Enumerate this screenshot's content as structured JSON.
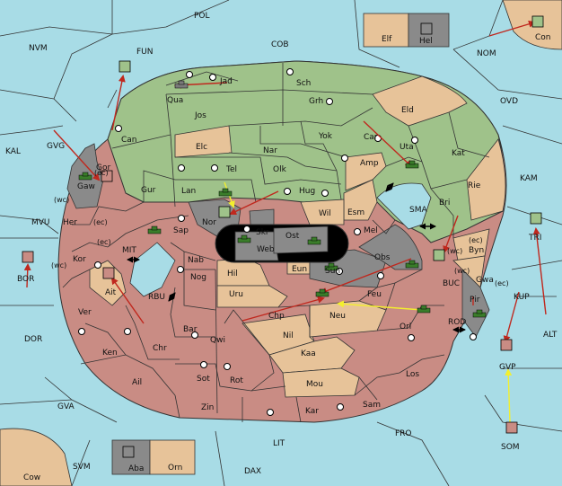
{
  "colors": {
    "sea": "#a8dce6",
    "green": "#9fc28a",
    "tan": "#e7c399",
    "red": "#c98c84",
    "gray": "#8a8a8a",
    "black": "#000000",
    "move_red": "#c0281e",
    "move_yellow": "#f3ef2e"
  },
  "sea_regions": [
    "POL",
    "NVM",
    "FUN",
    "COB",
    "NOM",
    "OVD",
    "KAL",
    "GVG",
    "KAM",
    "SMA",
    "MVU",
    "MIT",
    "BOR",
    "RBU",
    "DOR",
    "BUC",
    "KUP",
    "ALT",
    "ROD",
    "GVP",
    "GVA",
    "FRO",
    "SOM",
    "LIT",
    "SVM",
    "DAX",
    "Cow",
    "Con",
    "TRI"
  ],
  "coast_labels": [
    "(wc)",
    "(ec)",
    "(ec)",
    "(wc)",
    "(ec)",
    "(wc)",
    "(wc)",
    "(ec)",
    "(ec)"
  ],
  "green_regions": [
    "Jad",
    "Qua",
    "Sch",
    "Jos",
    "Grh",
    "Can",
    "Elc",
    "Nar",
    "Yok",
    "Car",
    "Uta",
    "Kat",
    "Tel",
    "Olk",
    "Gor",
    "Gaw",
    "Lan",
    "Gur",
    "Hug",
    "Bri",
    "Mel",
    "Obs",
    "Elf"
  ],
  "tan_regions": [
    "Eld",
    "Amp",
    "Rie",
    "Esm",
    "Wil",
    "Byn",
    "Gwa",
    "Eun",
    "Hil",
    "Uru",
    "Nil",
    "Kaa",
    "Mou",
    "Ait",
    "Orn"
  ],
  "red_regions": [
    "Her",
    "Kor",
    "Sap",
    "Nab",
    "Nog",
    "Ver",
    "Chr",
    "Bar",
    "Qwi",
    "Ken",
    "Ail",
    "Sot",
    "Rot",
    "Zin",
    "Kar",
    "Sam",
    "Los",
    "Feu",
    "Neu",
    "Orl",
    "Chp"
  ],
  "gray_regions": [
    "Nor",
    "Skr",
    "Web",
    "Ost",
    "Sun",
    "Pir",
    "Hel",
    "Aba"
  ]
}
